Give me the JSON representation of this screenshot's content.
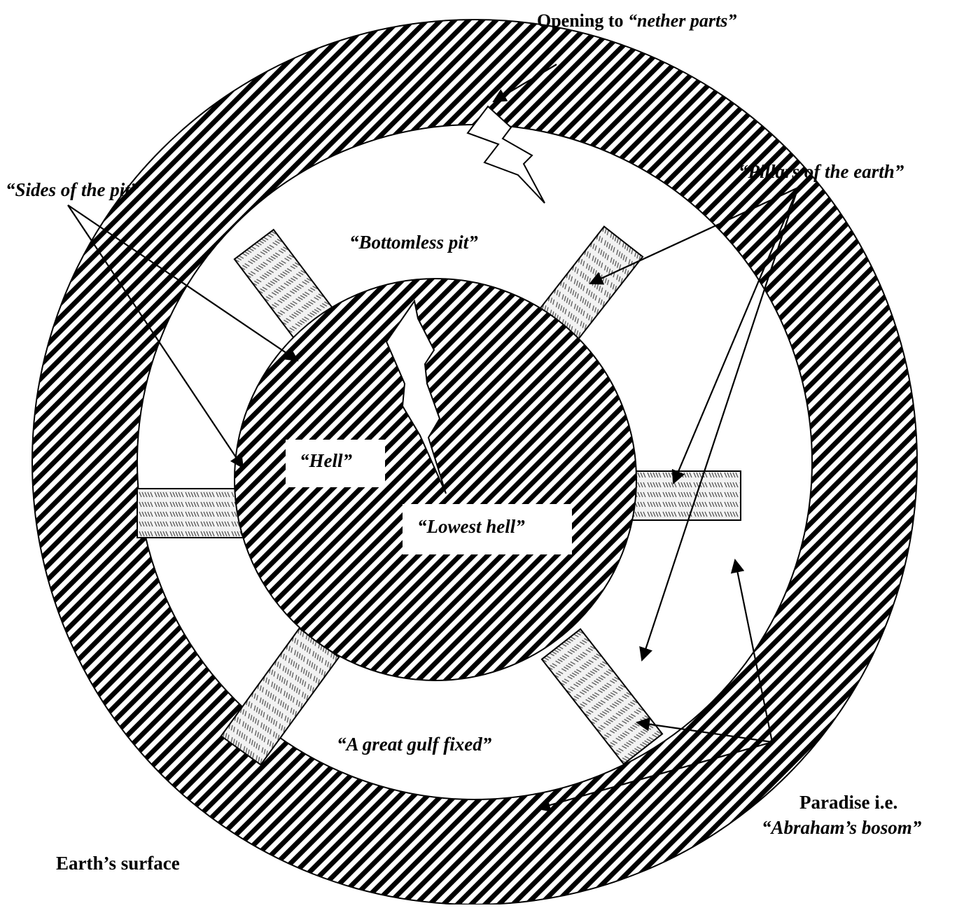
{
  "labels": {
    "opening_prefix": "Opening to ",
    "opening_quote": "“nether parts”",
    "sides_of_pit": "“Sides of the pit”",
    "pillars": "“Pillars of the earth”",
    "bottomless_pit": "“Bottomless pit”",
    "hell": "“Hell”",
    "lowest_hell": "“Lowest hell”",
    "great_gulf": "“A great gulf fixed”",
    "paradise_line1": "Paradise i.e.",
    "paradise_line2": "“Abraham’s bosom”",
    "earth_surface": "Earth’s surface"
  },
  "colors": {
    "stroke": "#000000",
    "background": "#ffffff",
    "pillar_hatch": "#555555"
  }
}
